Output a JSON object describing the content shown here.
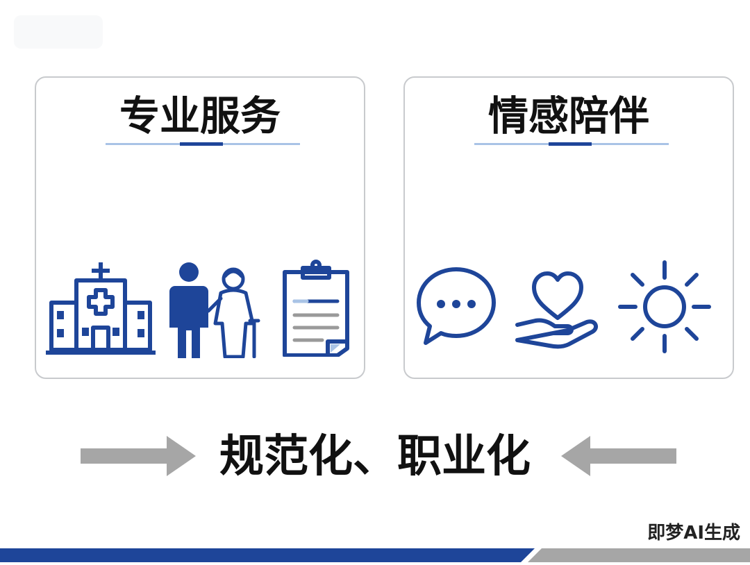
{
  "left_card": {
    "title": "专业服务",
    "icons": [
      "hospital-icon",
      "caregiver-with-elder-icon",
      "clipboard-icon"
    ]
  },
  "right_card": {
    "title": "情感陪伴",
    "icons": [
      "chat-bubble-icon",
      "heart-in-hand-icon",
      "sun-icon"
    ]
  },
  "bottom": {
    "text": "规范化、职业化"
  },
  "watermark": {
    "text": "即梦AI生成"
  },
  "colors": {
    "accent_blue": "#1e4599",
    "light_blue": "#a9c3e6",
    "card_border": "#c8cacd",
    "arrow_gray": "#a6a6a6",
    "text_dark": "#111111"
  }
}
